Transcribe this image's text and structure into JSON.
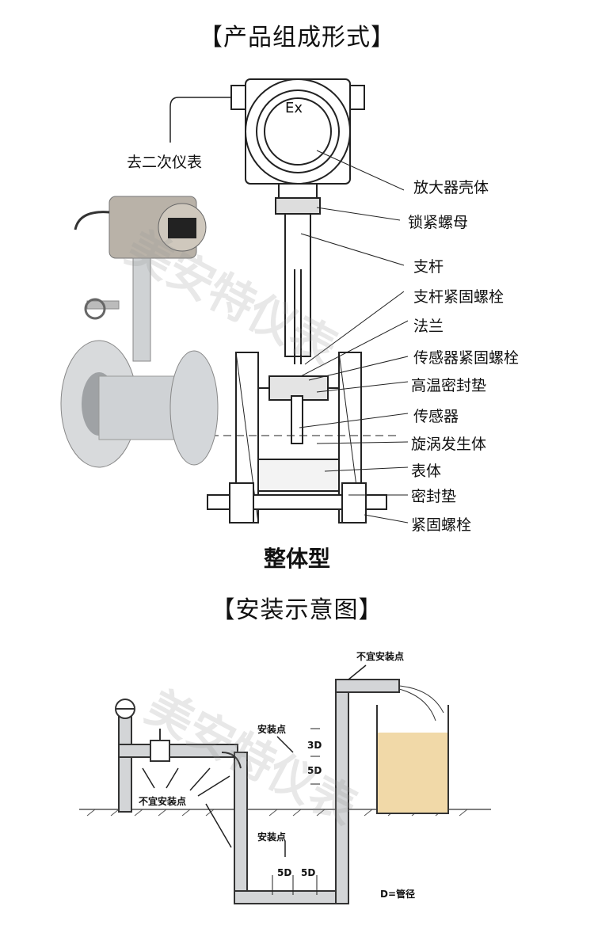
{
  "section1": {
    "title": "【产品组成形式】",
    "subtitle": "整体型",
    "left_label": "去二次仪表",
    "ex_mark": "Ex",
    "parts": [
      "放大器壳体",
      "锁紧螺母",
      "支杆",
      "支杆紧固螺栓",
      "法兰",
      "传感器紧固螺栓",
      "高温密封垫",
      "传感器",
      "旋涡发生体",
      "表体",
      "密封垫",
      "紧固螺栓"
    ]
  },
  "section2": {
    "title": "【安装示意图】",
    "not_suitable_top": "不宜安装点",
    "not_suitable_left": "不宜安装点",
    "install_point_upper": "安装点",
    "install_point_lower": "安装点",
    "dim_3d": "3D",
    "dim_5d_vertical": "5D",
    "dim_5d_a": "5D",
    "dim_5d_b": "5D",
    "legend": "D=管径"
  },
  "watermark": "美安特仪表",
  "colors": {
    "line": "#222222",
    "steel": "#c8cacc",
    "liquid": "#f1d9a8",
    "ground": "#555555"
  }
}
